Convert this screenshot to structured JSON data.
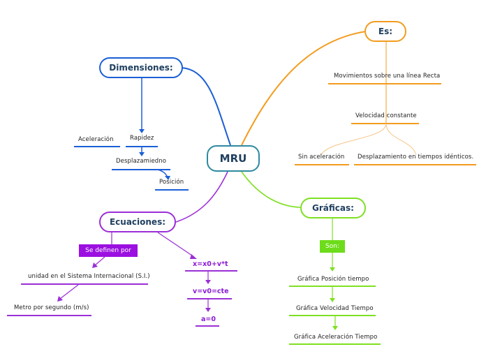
{
  "central": "MRU",
  "es": {
    "title": "Es:",
    "items": [
      "Movimientos sobre una línea Recta",
      "Velocidad constante",
      "Sin aceleración",
      "Desplazamiento en tiempos idénticos."
    ]
  },
  "dimensiones": {
    "title": "Dimensiones:",
    "items": [
      "Rapidez",
      "Aceleración",
      "Desplazamiedno",
      "Posición"
    ]
  },
  "ecuaciones": {
    "title": "Ecuaciones:",
    "tag": "Se definen por",
    "units": [
      "unidad en el Sistema Internacional (S.I.)",
      "Metro por segundo (m/s)"
    ],
    "equations": [
      "x=x0+v*t",
      "v=v0=cte",
      "a=0"
    ]
  },
  "graficas": {
    "title": "Gráficas:",
    "tag": "Son:",
    "items": [
      "Gráfica Posición tiempo",
      "Gráfica Velocidad Tiempo",
      "Gráfica Aceleración Tiempo"
    ]
  },
  "colors": {
    "es": "#f39c1e",
    "dimensiones": "#1a5fd6",
    "ecuaciones": "#9b2fd6",
    "graficas": "#7ee022",
    "central": "#2e8aa0",
    "tag_ecuaciones": "#9b10e0",
    "tag_graficas": "#6ddc1a"
  }
}
